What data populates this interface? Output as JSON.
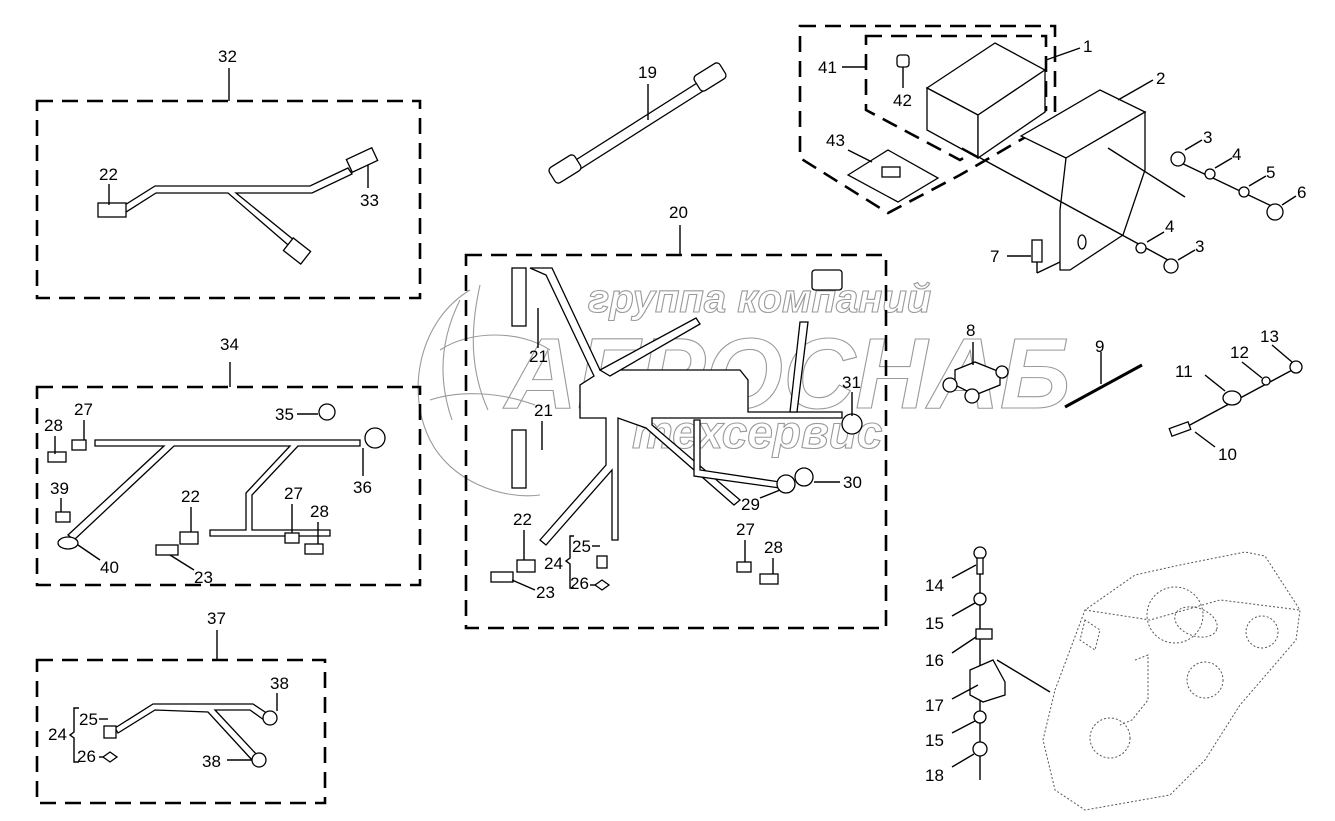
{
  "watermark": {
    "line1": "группа компаний",
    "line2": "АГРОСНАБ",
    "line3": "техсервис"
  },
  "groups": [
    {
      "id": "32",
      "label": "32",
      "contents": [
        "22",
        "33"
      ]
    },
    {
      "id": "34",
      "label": "34",
      "contents": [
        "27",
        "28",
        "35",
        "36",
        "39",
        "40",
        "22",
        "23",
        "27",
        "28"
      ]
    },
    {
      "id": "37",
      "label": "37",
      "contents": [
        "24",
        "25",
        "26",
        "38",
        "38"
      ]
    },
    {
      "id": "20",
      "label": "20",
      "contents": [
        "21",
        "21",
        "31",
        "22",
        "23",
        "24",
        "25",
        "26",
        "27",
        "28",
        "29",
        "30"
      ]
    },
    {
      "id": "41",
      "label": "41",
      "contents": [
        "42",
        "43"
      ]
    }
  ],
  "callouts": {
    "c1": "1",
    "c2": "2",
    "c3a": "3",
    "c3b": "3",
    "c4a": "4",
    "c4b": "4",
    "c5": "5",
    "c6": "6",
    "c7": "7",
    "c8": "8",
    "c9": "9",
    "c10": "10",
    "c11": "11",
    "c12": "12",
    "c13": "13",
    "c14": "14",
    "c15a": "15",
    "c15b": "15",
    "c16": "16",
    "c17": "17",
    "c18": "18",
    "c19": "19",
    "c20": "20",
    "c21a": "21",
    "c21b": "21",
    "c22_20": "22",
    "c23_20": "23",
    "c24_20": "24",
    "c25_20": "25",
    "c26_20": "26",
    "c27_20": "27",
    "c28_20": "28",
    "c29": "29",
    "c30": "30",
    "c31": "31",
    "c32": "32",
    "c22_32": "22",
    "c33": "33",
    "c34": "34",
    "c27_34a": "27",
    "c28_34a": "28",
    "c35": "35",
    "c36": "36",
    "c39": "39",
    "c40": "40",
    "c22_34": "22",
    "c23_34": "23",
    "c27_34b": "27",
    "c28_34b": "28",
    "c37": "37",
    "c24_37": "24",
    "c25_37": "25",
    "c26_37": "26",
    "c38a": "38",
    "c38b": "38",
    "c41": "41",
    "c42": "42",
    "c43": "43"
  }
}
